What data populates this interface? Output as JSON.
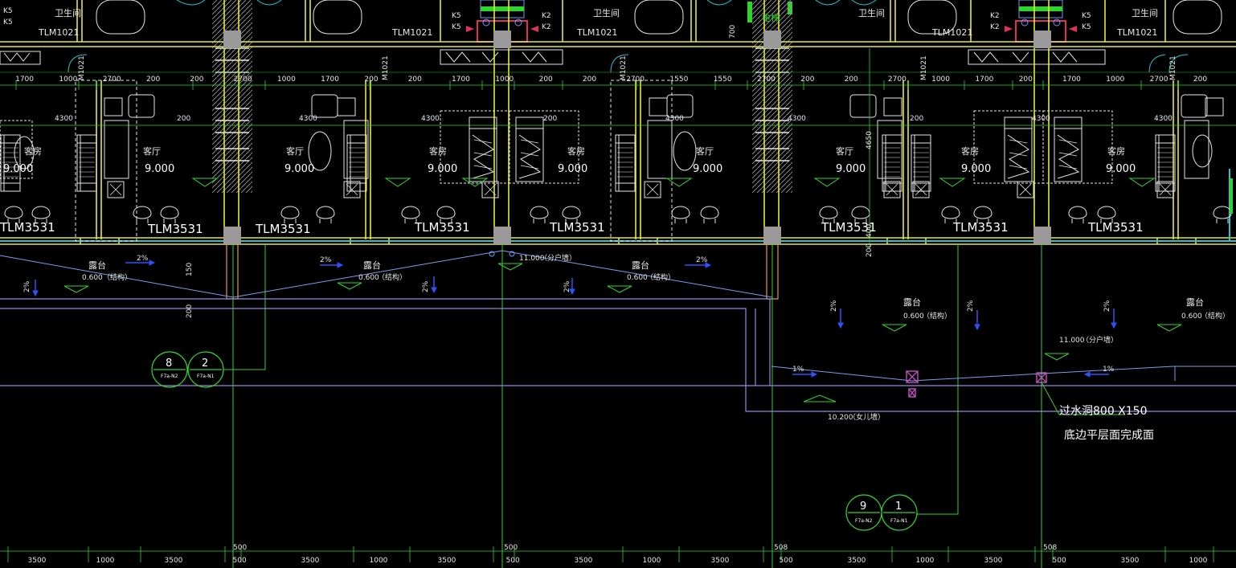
{
  "colors": {
    "background": "#000000",
    "wall": "#e8e832",
    "axis": "#2fd42f",
    "dimension": "#2fd42f",
    "fixture": "#e6e6e6",
    "glazing": "#1ec8d2",
    "slab_edge": "#9a86e6",
    "slope_line": "#7e9cf0",
    "slope_arrow": "#2b52ff",
    "column": "#9a9a9a",
    "pipe": "#e0305a"
  },
  "rooms": {
    "bathroom": "卫生间",
    "living": "客厅",
    "guest": "客房",
    "elevation": "9.000"
  },
  "doors": {
    "bath_door": "TLM1021",
    "terrace_door": "TLM3531",
    "entry_door": "M1021"
  },
  "terrace": {
    "label": "露台",
    "elevation": "0.600",
    "structure_note": "（结构）",
    "slope_2": "2%",
    "slope_1": "1%"
  },
  "levels": {
    "wall_top": "11.000",
    "wall_top_note": "（分户墙）",
    "parapet": "10.200",
    "parapet_note": "（女儿墙）"
  },
  "drain_note": {
    "line1": "过水洞800 X150",
    "line2": "底边平层面完成面"
  },
  "equipment_labels": {
    "k2": "K2",
    "k5": "K5",
    "lift_mark": "电梯"
  },
  "dim_top_row": [
    "1700",
    "1000",
    "2700",
    "200",
    "200",
    "2700",
    "1000",
    "1700",
    "200",
    "200",
    "1700",
    "1000",
    "200",
    "200",
    "2700",
    "1550",
    "1550",
    "2700",
    "200",
    "200",
    "2700",
    "1000",
    "1700",
    "200",
    "1700",
    "1000",
    "2700",
    "200"
  ],
  "dim_mid_row": [
    "4300",
    "200",
    "4300",
    "4300",
    "200",
    "4300",
    "4300",
    "200",
    "4300",
    "4300"
  ],
  "dim_side": [
    "150",
    "200",
    "4650",
    "400",
    "200",
    "700"
  ],
  "axis_dims": [
    "500",
    "500",
    "508",
    "508"
  ],
  "bottom_dims": [
    "3500",
    "1000",
    "3500",
    "500",
    "3500",
    "1000",
    "3500",
    "500",
    "3500",
    "1000",
    "3500",
    "500",
    "3500",
    "1000",
    "3500",
    "500",
    "3500",
    "1000"
  ],
  "axis_tags": [
    {
      "number": "8",
      "sub": "F7a-N2"
    },
    {
      "number": "2",
      "sub": "F7a-N1"
    },
    {
      "number": "9",
      "sub": "F7a-N2"
    },
    {
      "number": "1",
      "sub": "F7a-N1"
    }
  ]
}
